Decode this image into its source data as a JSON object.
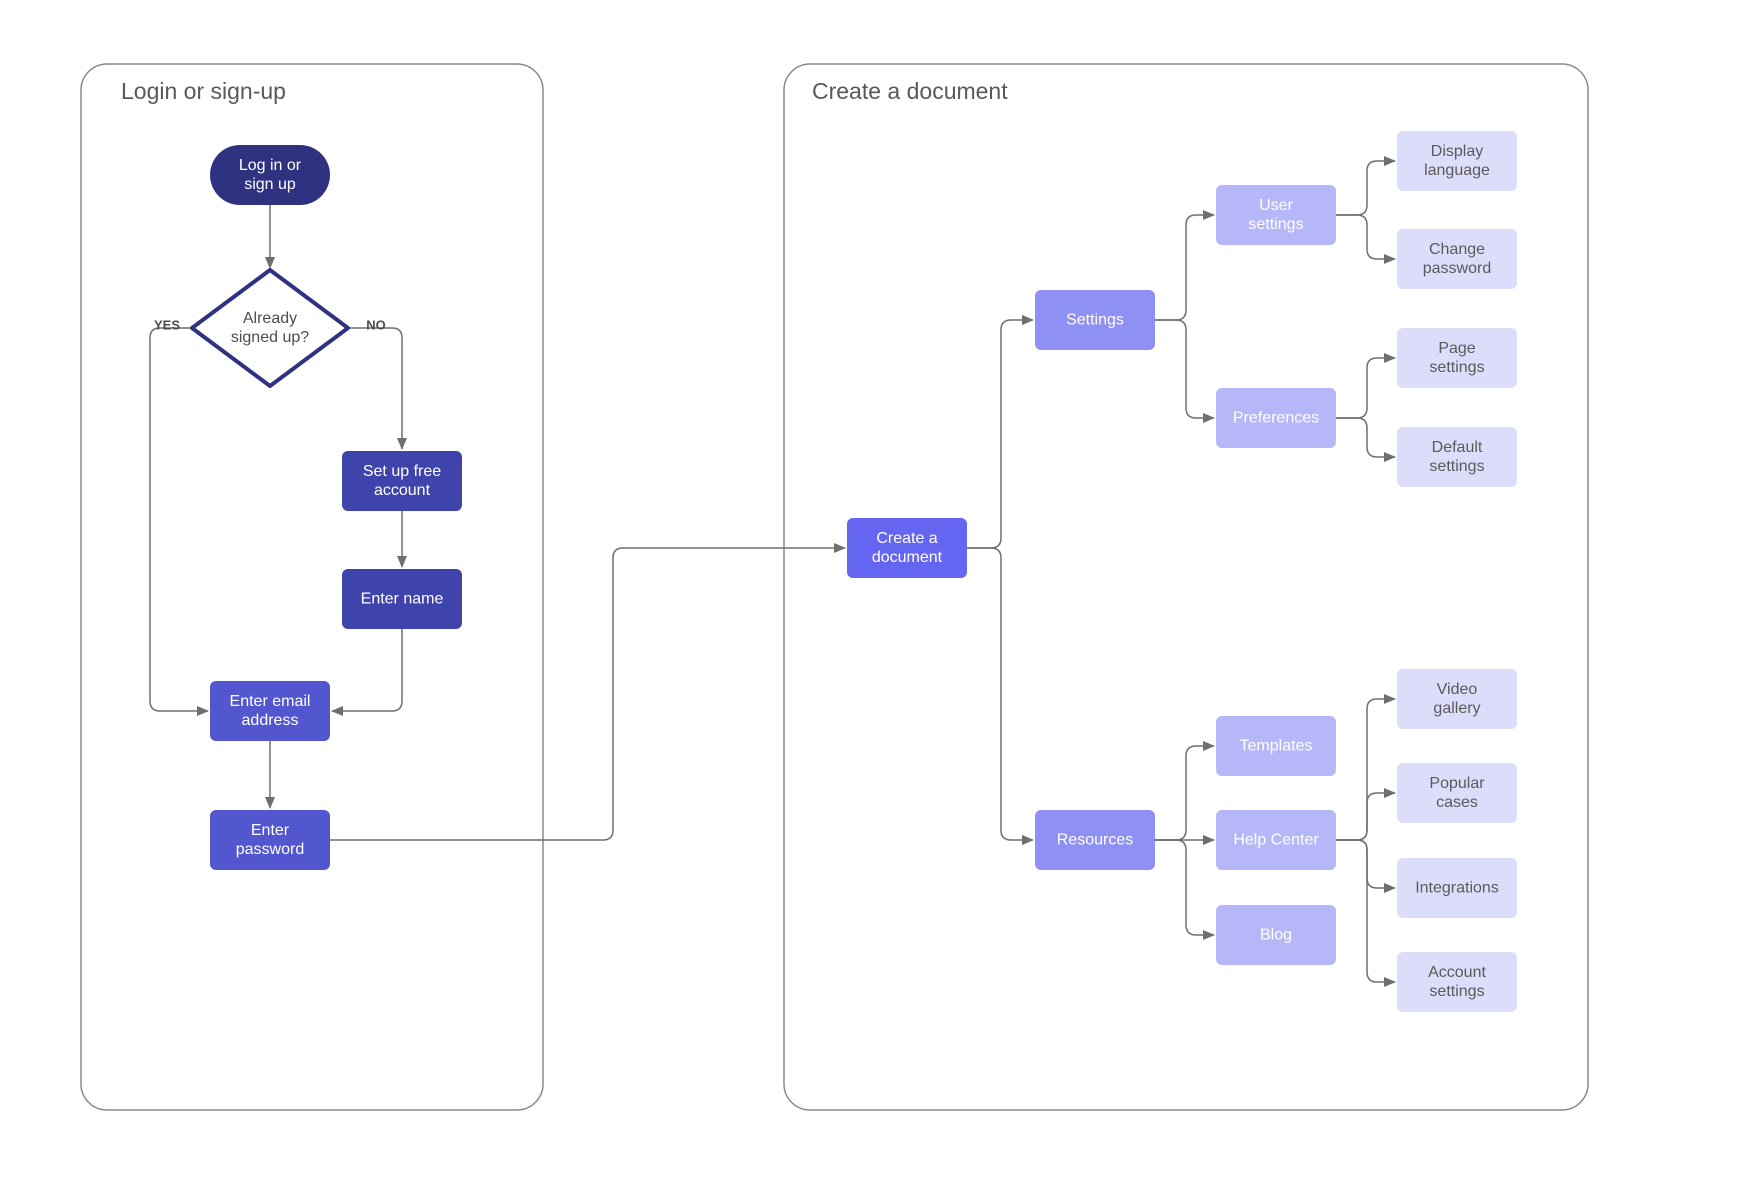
{
  "colors": {
    "dark_navy": "#2e3280",
    "indigo": "#3f44ad",
    "indigo_mid": "#5256cf",
    "violet": "#6466f1",
    "periwinkle": "#8e90f4",
    "lavender": "#b5b7f9",
    "pale_lavender": "#dcddfb",
    "connector": "#6f6f6f",
    "lane_border": "#8a8a8a"
  },
  "lanes": {
    "login": {
      "title": "Login or sign-up"
    },
    "document": {
      "title": "Create a document"
    }
  },
  "labels": {
    "yes": "YES",
    "no": "NO"
  },
  "nodes": {
    "login_start": [
      "Log in or",
      "sign up"
    ],
    "already_signed": [
      "Already",
      "signed up?"
    ],
    "setup_account": [
      "Set up free",
      "account"
    ],
    "enter_name": [
      "Enter name"
    ],
    "enter_email": [
      "Enter email",
      "address"
    ],
    "enter_password": [
      "Enter",
      "password"
    ],
    "create_doc": [
      "Create a",
      "document"
    ],
    "settings": [
      "Settings"
    ],
    "resources": [
      "Resources"
    ],
    "user_settings": [
      "User",
      "settings"
    ],
    "preferences": [
      "Preferences"
    ],
    "templates": [
      "Templates"
    ],
    "help_center": [
      "Help Center"
    ],
    "blog": [
      "Blog"
    ],
    "display_language": [
      "Display",
      "language"
    ],
    "change_password": [
      "Change",
      "password"
    ],
    "page_settings": [
      "Page",
      "settings"
    ],
    "default_settings": [
      "Default",
      "settings"
    ],
    "video_gallery": [
      "Video",
      "gallery"
    ],
    "popular_cases": [
      "Popular",
      "cases"
    ],
    "integrations": [
      "Integrations"
    ],
    "account_settings": [
      "Account",
      "settings"
    ]
  }
}
